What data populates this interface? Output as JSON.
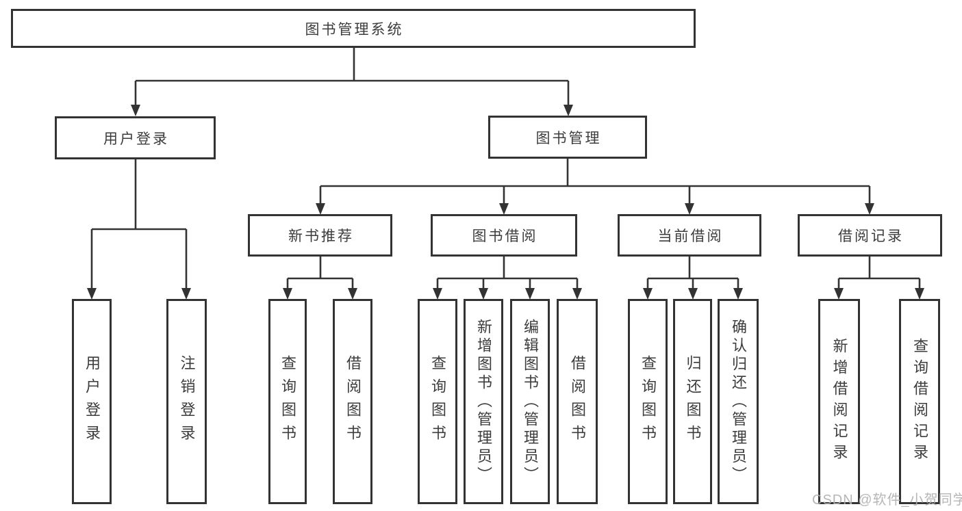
{
  "diagram_type": "hierarchy-tree",
  "colors": {
    "line": "#333333",
    "box_border": "#333333",
    "text": "#3c3c3c",
    "background": "#ffffff",
    "watermark": "#b0b0b0"
  },
  "watermark": {
    "text": "CSDN @软件_小贺同学"
  },
  "tree": {
    "root": {
      "label": "图书管理系统"
    },
    "children": [
      {
        "label": "用户登录",
        "children": [
          {
            "label": "用户登录"
          },
          {
            "label": "注销登录"
          }
        ]
      },
      {
        "label": "图书管理",
        "children": [
          {
            "label": "新书推荐",
            "children": [
              {
                "label": "查询图书"
              },
              {
                "label": "借阅图书"
              }
            ]
          },
          {
            "label": "图书借阅",
            "children": [
              {
                "label": "查询图书"
              },
              {
                "label": "新增图书（管理员）"
              },
              {
                "label": "编辑图书（管理员）"
              },
              {
                "label": "借阅图书"
              }
            ]
          },
          {
            "label": "当前借阅",
            "children": [
              {
                "label": "查询图书"
              },
              {
                "label": "归还图书"
              },
              {
                "label": "确认归还（管理员）"
              }
            ]
          },
          {
            "label": "借阅记录",
            "children": [
              {
                "label": "新增借阅记录"
              },
              {
                "label": "查询借阅记录"
              }
            ]
          }
        ]
      }
    ]
  }
}
